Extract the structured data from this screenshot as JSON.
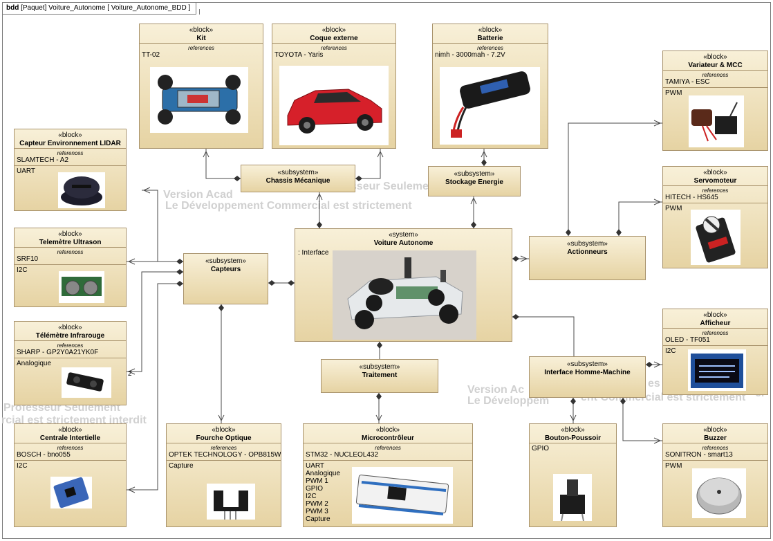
{
  "frame": {
    "kind": "bdd",
    "label": "[Paquet] Voiture_Autonome [ Voiture_Autonome_BDD ]"
  },
  "watermarks": [
    "Version Acad",
    "esseur Seulement",
    "Le Développement Commercial est strictement",
    "Version Ac",
    "es",
    "Le Développem",
    "ent Commercial est strictement",
    "er",
    "Professeur Seulement",
    "rcial est strictement interdit"
  ],
  "blocks": {
    "kit": {
      "stereotype": "«block»",
      "name": "Kit",
      "refs_label": "references",
      "ref": "TT-02"
    },
    "coque": {
      "stereotype": "«block»",
      "name": "Coque externe",
      "refs_label": "references",
      "ref": "TOYOTA - Yaris"
    },
    "batterie": {
      "stereotype": "«block»",
      "name": "Batterie",
      "refs_label": "references",
      "ref": "nimh - 3000mah - 7.2V"
    },
    "variateur": {
      "stereotype": "«block»",
      "name": "Variateur & MCC",
      "refs_label": "references",
      "ref": "TAMIYA - ESC",
      "ports": "PWM"
    },
    "servo": {
      "stereotype": "«block»",
      "name": "Servomoteur",
      "refs_label": "references",
      "ref": "HITECH - HS645",
      "ports": "PWM"
    },
    "lidar": {
      "stereotype": "«block»",
      "name": "Capteur Environnement LIDAR",
      "refs_label": "references",
      "ref": "SLAMTECH - A2",
      "ports": "UART"
    },
    "ultrason": {
      "stereotype": "«block»",
      "name": "Telemètre Ultrason",
      "refs_label": "references",
      "ref": "SRF10",
      "ports": "I2C"
    },
    "infrarouge": {
      "stereotype": "«block»",
      "name": "Télémètre Infrarouge",
      "refs_label": "references",
      "ref": "SHARP - GP2Y0A21YK0F",
      "ports": "Analogique"
    },
    "centrale": {
      "stereotype": "«block»",
      "name": "Centrale Intertielle",
      "refs_label": "references",
      "ref": "BOSCH - bno055",
      "ports": "I2C"
    },
    "fourche": {
      "stereotype": "«block»",
      "name": "Fourche Optique",
      "refs_label": "references",
      "ref": "OPTEK TECHNOLOGY - OPB815WZ",
      "ports": "Capture"
    },
    "micro": {
      "stereotype": "«block»",
      "name": "Microcontrôleur",
      "refs_label": "references",
      "ref": "STM32 - NUCLEOL432",
      "ports": "UART\nAnalogique\nPWM 1\nGPIO\nI2C\nPWM 2\nPWM 3\nCapture"
    },
    "bouton": {
      "stereotype": "«block»",
      "name": "Bouton-Poussoir",
      "ports": "GPIO"
    },
    "afficheur": {
      "stereotype": "«block»",
      "name": "Afficheur",
      "refs_label": "references",
      "ref": "OLED - TF051",
      "ports": "I2C"
    },
    "buzzer": {
      "stereotype": "«block»",
      "name": "Buzzer",
      "refs_label": "references",
      "ref": "SONITRON - smart13",
      "ports": "PWM"
    }
  },
  "subsystems": {
    "chassis": {
      "stereotype": "«subsystem»",
      "name": "Chassis Mécanique"
    },
    "stockage": {
      "stereotype": "«subsystem»",
      "name": "Stockage Energie"
    },
    "capteurs": {
      "stereotype": "«subsystem»",
      "name": "Capteurs"
    },
    "actionneurs": {
      "stereotype": "«subsystem»",
      "name": "Actionneurs"
    },
    "traitement": {
      "stereotype": "«subsystem»",
      "name": "Traitement"
    },
    "ihm": {
      "stereotype": "«subsystem»",
      "name": "Interface Homme-Machine"
    }
  },
  "system": {
    "stereotype": "«system»",
    "name": "Voiture Autonome",
    "part": ": Interface"
  },
  "multiplicity": "2",
  "icons": {
    "kit": "rc-chassis-photo",
    "coque": "red-car-photo",
    "batterie": "battery-pack-photo",
    "variateur": "esc-motor-photo",
    "servo": "servo-photo",
    "lidar": "lidar-photo",
    "ultrason": "ultrasonic-sensor-photo",
    "infrarouge": "ir-sensor-photo",
    "centrale": "imu-board-photo",
    "fourche": "optical-fork-photo",
    "micro": "nucleo-board-photo",
    "bouton": "push-button-photo",
    "afficheur": "oled-display-photo",
    "buzzer": "buzzer-photo",
    "voiture": "autonomous-car-photo"
  },
  "colors": {
    "block_top": "#f8f0d8",
    "block_bottom": "#e6d3a3",
    "block_border": "#a8926b",
    "line": "#4a4a4a",
    "watermark": "#d0d0d0"
  }
}
